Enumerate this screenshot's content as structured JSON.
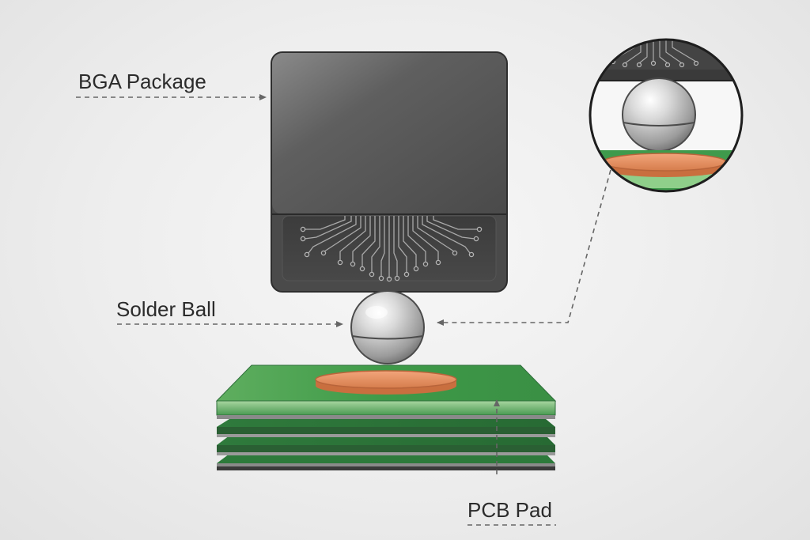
{
  "labels": {
    "package": "BGA Package",
    "solder_ball": "Solder Ball",
    "pcb_pad": "PCB Pad"
  },
  "colors": {
    "background": "#ececec",
    "package_body": "#555555",
    "pcb_green": "#3f9a4c",
    "pcb_dark_green": "#2f6f3b",
    "copper_pad": "#e08a5a",
    "solder_ball": "#c8c8c8",
    "callout_line": "#666666"
  },
  "icons": {
    "callout_arrow": "arrow-right-icon",
    "magnifier": "zoom-detail-circle"
  }
}
